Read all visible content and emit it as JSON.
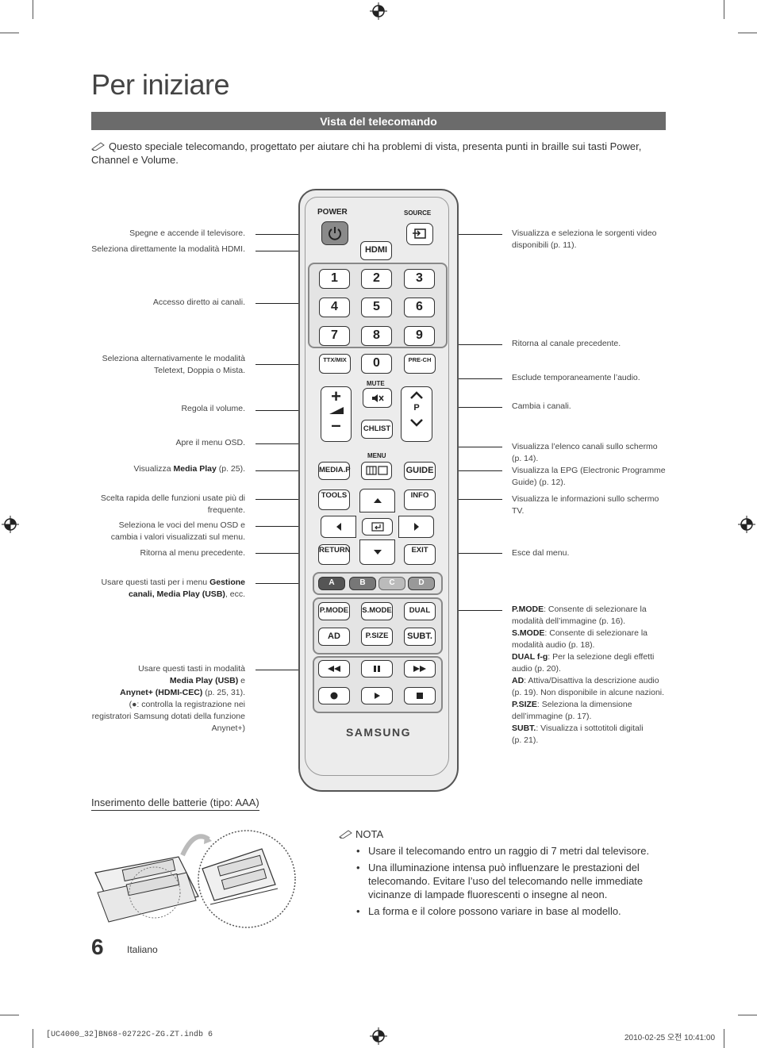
{
  "page": {
    "title": "Per iniziare",
    "section_bar": "Vista del telecomando",
    "intro": "Questo speciale telecomando, progettato per aiutare chi ha problemi di vista, presenta punti in braille sui tasti Power, Channel e Volume.",
    "page_number": "6",
    "language": "Italiano",
    "footer_left": "[UC4000_32]BN68-02722C-ZG.ZT.indb   6",
    "footer_right": "2010-02-25   오전 10:41:00"
  },
  "labels_left": {
    "power": "Spegne e accende il televisore.",
    "hdmi": "Seleziona direttamente la modalità HDMI.",
    "channels": "Accesso diretto ai canali.",
    "ttx_1": "Seleziona alternativamente le modalità",
    "ttx_2": "Teletext, Doppia o Mista.",
    "volume": "Regola il volume.",
    "menu": "Apre il menu OSD.",
    "mediap_pre": "Visualizza ",
    "mediap_bold": "Media Play",
    "mediap_post": " (p. 25).",
    "tools_1": "Scelta rapida delle funzioni usate più di",
    "tools_2": "frequente.",
    "arrows_1": "Seleziona le voci del menu OSD e",
    "arrows_2": "cambia i valori visualizzati sul menu.",
    "return": "Ritorna al menu precedente.",
    "color_pre": "Usare questi tasti per i menu ",
    "color_bold1": "Gestione",
    "color_bold2": "canali, Media Play (USB)",
    "color_post": ", ecc.",
    "media_1": "Usare questi tasti in modalità",
    "media_2_bold": "Media Play (USB)",
    "media_2_post": " e",
    "media_3_bold": "Anynet+ (HDMI-CEC)",
    "media_3_post": " (p. 25, 31).",
    "media_4": "(●: controlla la registrazione nei",
    "media_5": "registratori Samsung dotati della funzione",
    "media_6": "Anynet+)"
  },
  "labels_right": {
    "source_1": "Visualizza e seleziona le sorgenti video",
    "source_2": "disponibili (p. 11).",
    "prech": "Ritorna al canale precedente.",
    "mute": "Esclude temporaneamente l’audio.",
    "channel": "Cambia i canali.",
    "chlist_1": "Visualizza l’elenco canali sullo schermo",
    "chlist_2": "(p. 14).",
    "guide_1": "Visualizza la EPG (Electronic Programme",
    "guide_2": "Guide) (p. 12).",
    "info_1": "Visualizza le informazioni sullo schermo",
    "info_2": "TV.",
    "exit": "Esce dal menu.",
    "pmode_b": "P.MODE",
    "pmode_t1": ": Consente di selezionare la",
    "pmode_t2": "modalità dell’immagine (p. 16).",
    "smode_b": "S.MODE",
    "smode_t1": ": Consente di selezionare la",
    "smode_t2": "modalità audio (p. 18).",
    "dual_b": "DUAL f-g",
    "dual_t1": ": Per la selezione degli effetti",
    "dual_t2": "audio (p. 20).",
    "ad_b": "AD",
    "ad_t1": ": Attiva/Disattiva la descrizione audio",
    "ad_t2": "(p. 19). Non disponibile in alcune nazioni.",
    "psize_b": "P.SIZE",
    "psize_t1": ": Seleziona la dimensione",
    "psize_t2": "dell’immagine (p. 17).",
    "subt_b": "SUBT.",
    "subt_t1": ": Visualizza i sottotitoli digitali",
    "subt_t2": "(p. 21)."
  },
  "remote": {
    "power": "POWER",
    "source": "SOURCE",
    "hdmi": "HDMI",
    "digits": [
      "1",
      "2",
      "3",
      "4",
      "5",
      "6",
      "7",
      "8",
      "9"
    ],
    "zero": "0",
    "ttx": "TTX/MIX",
    "prech": "PRE-CH",
    "mute": "MUTE",
    "p": "P",
    "chlist": "CHLIST",
    "menu": "MENU",
    "mediap": "MEDIA.P",
    "guide": "GUIDE",
    "tools": "TOOLS",
    "info": "INFO",
    "return": "RETURN",
    "exit": "EXIT",
    "colors": [
      {
        "label": "A",
        "color": "#555555"
      },
      {
        "label": "B",
        "color": "#777777"
      },
      {
        "label": "C",
        "color": "#bbbbbb"
      },
      {
        "label": "D",
        "color": "#999999"
      }
    ],
    "pmode": "P.MODE",
    "smode": "S.MODE",
    "dual": "DUAL",
    "ad": "AD",
    "psize": "P.SIZE",
    "subt": "SUBT.",
    "brand": "SAMSUNG"
  },
  "batteries": {
    "heading": "Inserimento delle batterie (tipo: AAA)",
    "nota_label": "NOTA",
    "notes": [
      "Usare il telecomando entro un raggio di 7 metri dal televisore.",
      "Una illuminazione intensa può influenzare le prestazioni del telecomando. Evitare l’uso del telecomando nelle immediate vicinanze di lampade fluorescenti o insegne al neon.",
      "La forma e il colore possono variare in base al modello."
    ]
  },
  "icons": [
    "registration-mark-icon",
    "pencil-note-icon",
    "power-icon",
    "source-icon",
    "mute-icon",
    "enter-icon",
    "battery-illustration"
  ]
}
